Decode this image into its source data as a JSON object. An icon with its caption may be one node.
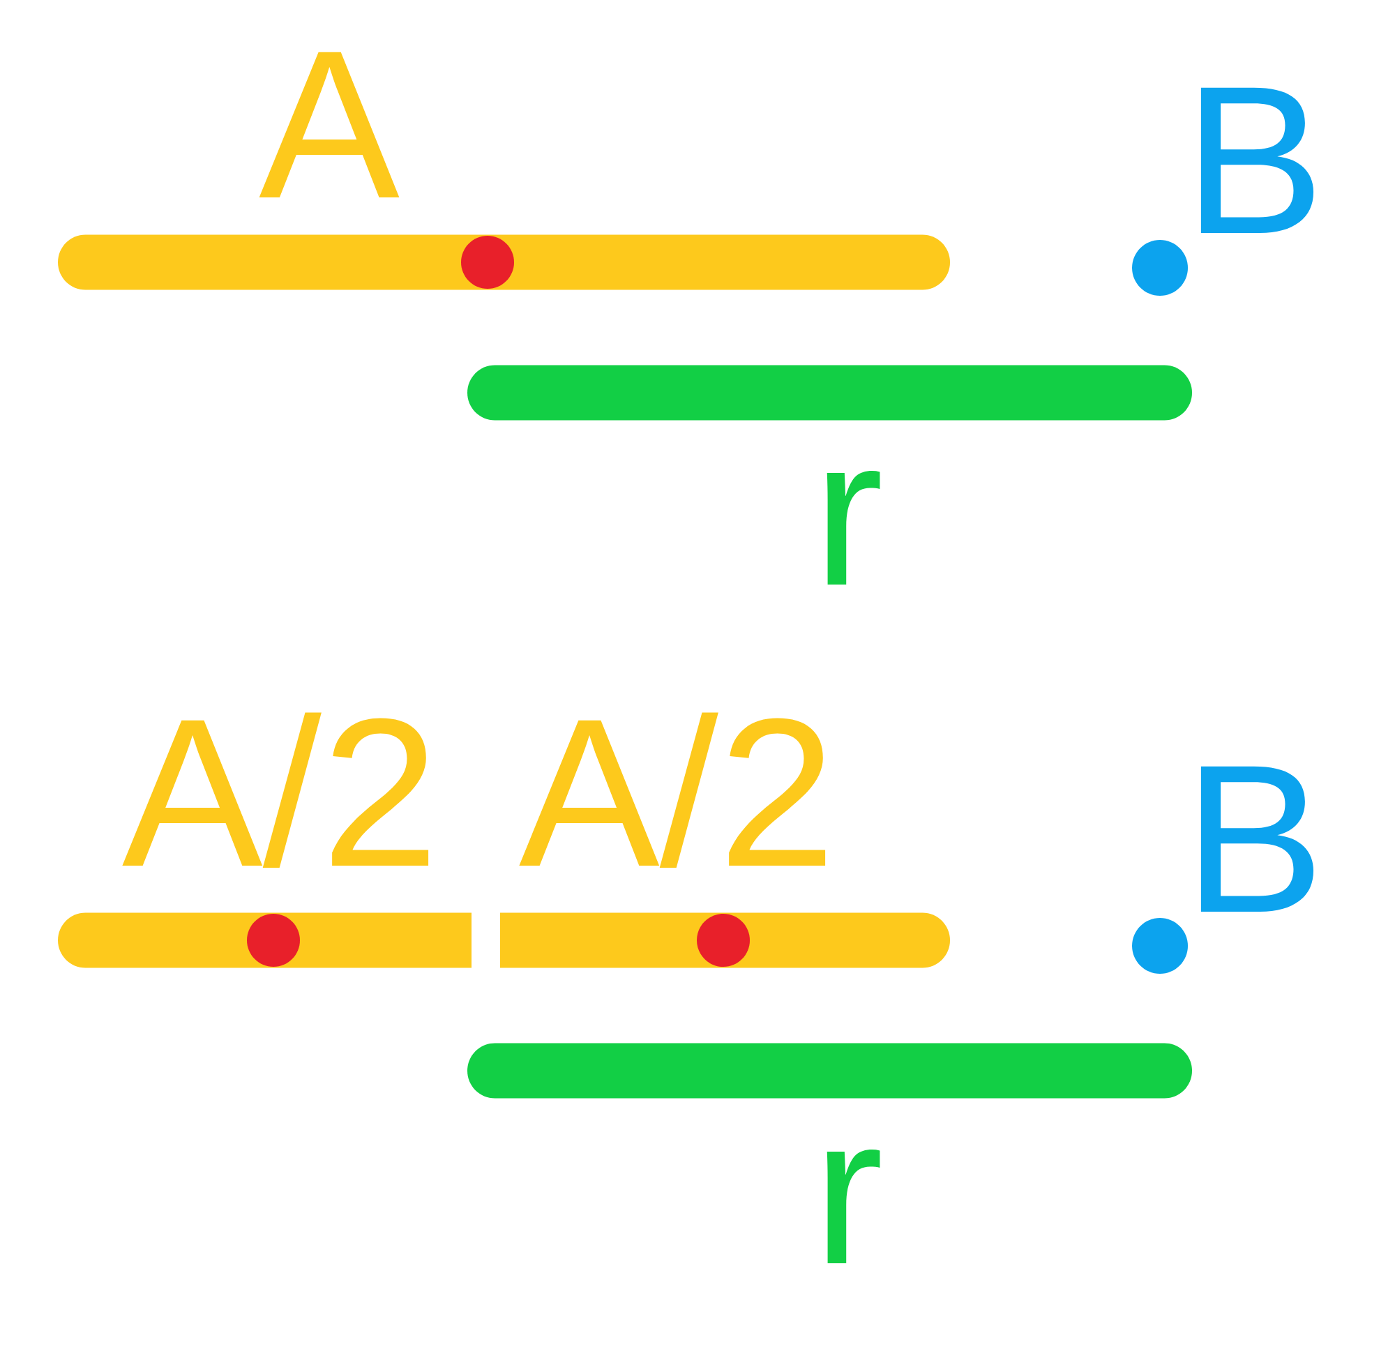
{
  "diagram": {
    "labels": [
      "A",
      "B",
      "r",
      "A/2",
      "A/2",
      "B",
      "r"
    ]
  }
}
